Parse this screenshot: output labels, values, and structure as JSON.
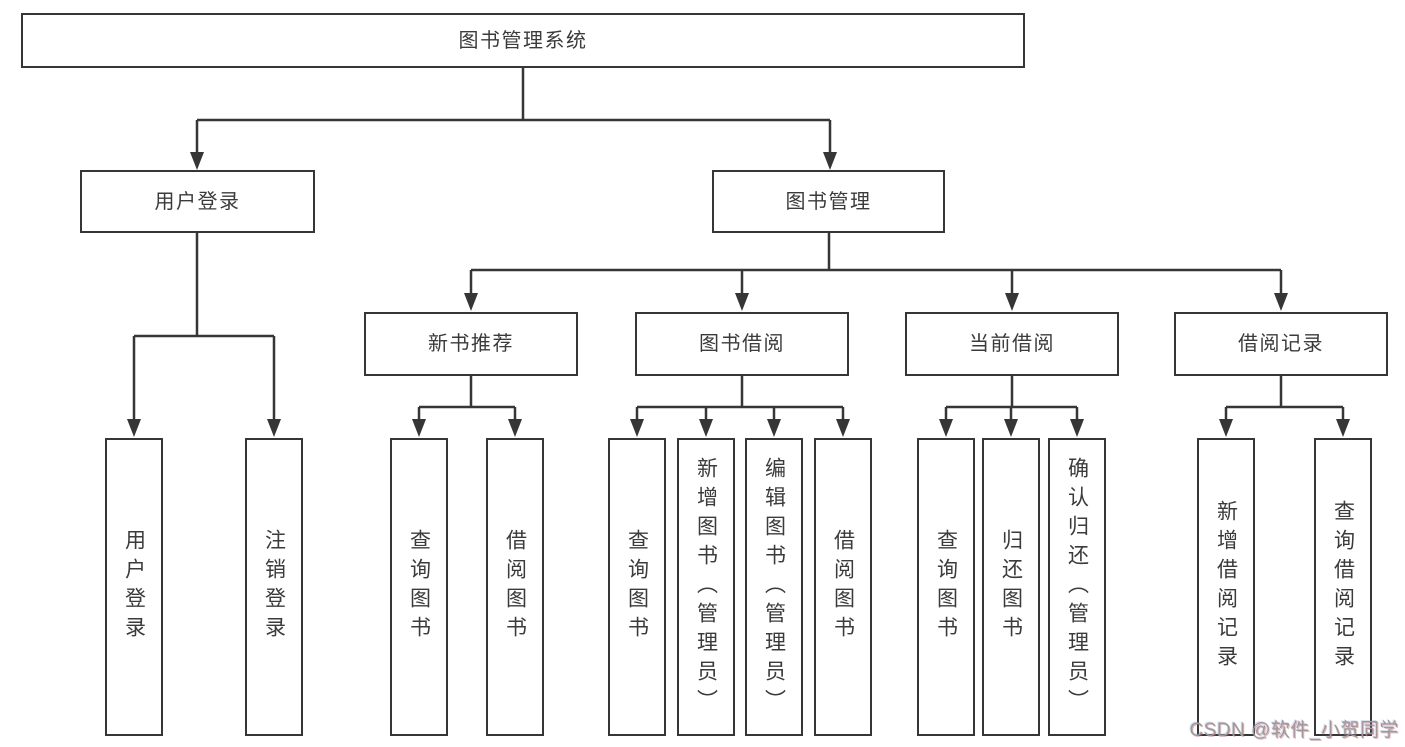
{
  "diagram": {
    "root": {
      "label": "图书管理系统"
    },
    "branches": [
      {
        "label": "用户登录",
        "children": [
          {
            "label": "用户登录"
          },
          {
            "label": "注销登录"
          }
        ]
      },
      {
        "label": "图书管理",
        "children": [
          {
            "label": "新书推荐",
            "children": [
              {
                "label": "查询图书"
              },
              {
                "label": "借阅图书"
              }
            ]
          },
          {
            "label": "图书借阅",
            "children": [
              {
                "label": "查询图书"
              },
              {
                "label": "新增图书（管理员）"
              },
              {
                "label": "编辑图书（管理员）"
              },
              {
                "label": "借阅图书"
              }
            ]
          },
          {
            "label": "当前借阅",
            "children": [
              {
                "label": "查询图书"
              },
              {
                "label": "归还图书"
              },
              {
                "label": "确认归还（管理员）"
              }
            ]
          },
          {
            "label": "借阅记录",
            "children": [
              {
                "label": "新增借阅记录"
              },
              {
                "label": "查询借阅记录"
              }
            ]
          }
        ]
      }
    ]
  },
  "watermark": {
    "text": "CSDN @软件_小贺同学"
  },
  "colors": {
    "line": "#363636",
    "text": "#3b3b3b",
    "bg": "#ffffff",
    "watermark": "#9b9b9b"
  }
}
